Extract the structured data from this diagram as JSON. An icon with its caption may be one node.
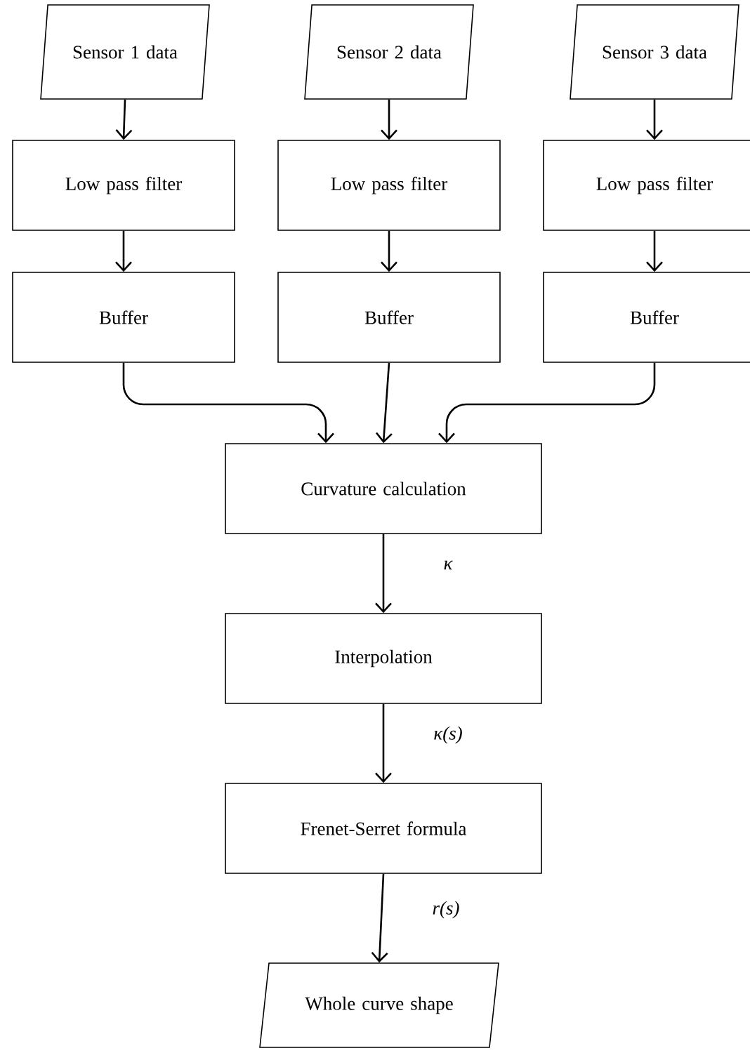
{
  "diagram": {
    "nodes": [
      {
        "text": [
          "Sensor 1 data"
        ]
      },
      {
        "text": [
          "Sensor 2 data"
        ]
      },
      {
        "text": [
          "Sensor 3 data"
        ]
      },
      {
        "text": [
          "Low pass filter"
        ]
      },
      {
        "text": [
          "Low pass filter"
        ]
      },
      {
        "text": [
          "Low pass filter"
        ]
      },
      {
        "text": [
          "Buffer"
        ]
      },
      {
        "text": [
          "Buffer"
        ]
      },
      {
        "text": [
          "Buffer"
        ]
      },
      {
        "text": [
          "Curvature calculation"
        ]
      },
      {
        "text": [
          "Interpolation"
        ]
      },
      {
        "text": [
          "Frenet-Serret formula"
        ]
      },
      {
        "text": [
          "Whole curve shape"
        ]
      }
    ],
    "edges": [
      {
        "from": 0,
        "to": 3,
        "arrow": "to"
      },
      {
        "from": 1,
        "to": 4,
        "arrow": "to"
      },
      {
        "from": 2,
        "to": 5,
        "arrow": "to"
      },
      {
        "from": 3,
        "to": 6,
        "arrow": "to"
      },
      {
        "from": 4,
        "to": 7,
        "arrow": "to"
      },
      {
        "from": 5,
        "to": 8,
        "arrow": "to"
      },
      {
        "from": 6,
        "to": 9,
        "arrow": "to"
      },
      {
        "from": 7,
        "to": 9,
        "arrow": "to"
      },
      {
        "from": 8,
        "to": 9,
        "arrow": "to"
      },
      {
        "from": 9,
        "to": 10,
        "label": "κ",
        "arrow": "to"
      },
      {
        "from": 10,
        "to": 11,
        "label": "κ(s)",
        "arrow": "to"
      },
      {
        "from": 11,
        "to": 12,
        "label": "r(s)",
        "arrow": "to"
      }
    ]
  }
}
